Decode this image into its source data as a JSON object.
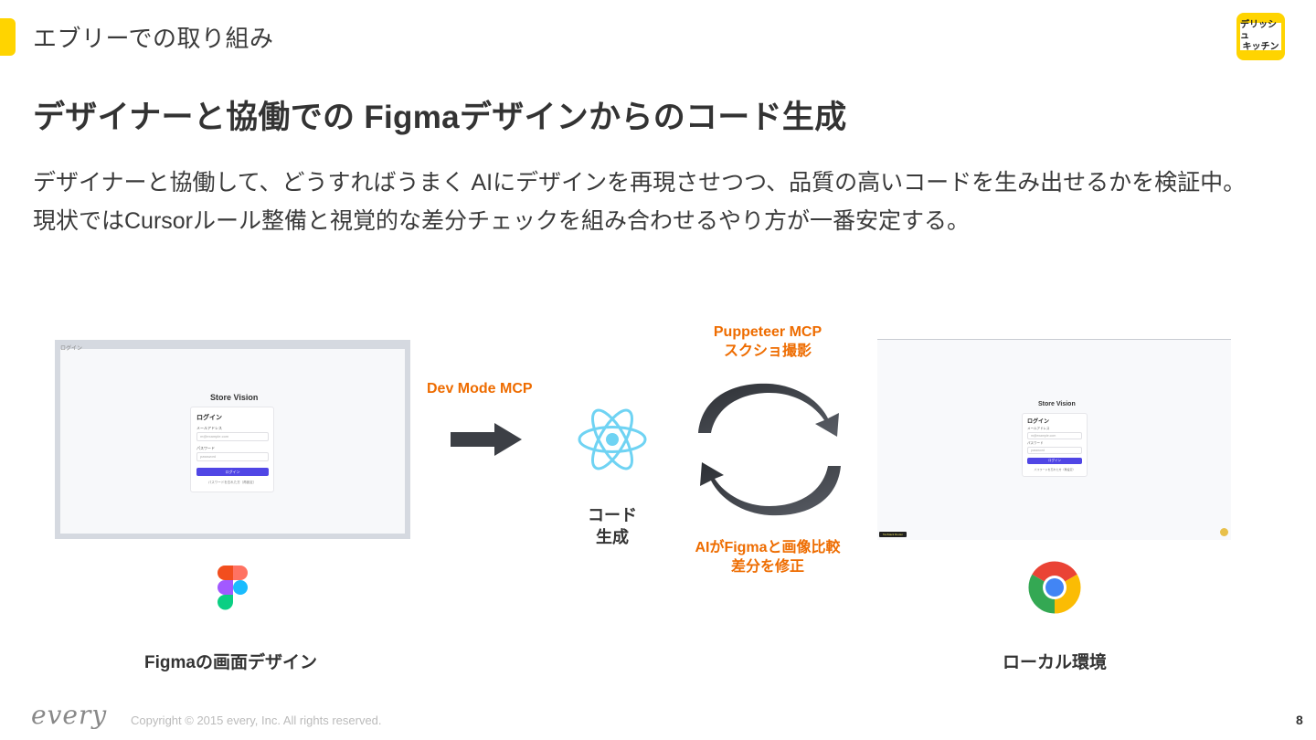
{
  "header": {
    "section_label": "エブリーでの取り組み",
    "brand_line1": "デリッシュ",
    "brand_line2": "キッチン"
  },
  "slide": {
    "title": "デザイナーと協働での Figmaデザインからのコード生成",
    "description_line1": "デザイナーと協働して、どうすればうまく AIにデザインを再現させつつ、品質の高いコードを生み出せるかを検証中。",
    "description_line2": "現状ではCursorルール整備と視覚的な差分チェックを組み合わせるやり方が一番安定する。"
  },
  "figma_mock": {
    "tab_label": "ログイン",
    "app_title": "Store Vision",
    "card_title": "ログイン",
    "email_label": "メールアドレス",
    "email_placeholder": "m@example.com",
    "password_label": "パスワード",
    "password_placeholder": "password",
    "login_button": "ログイン",
    "forgot_link": "パスワードを忘れた方（再設定）"
  },
  "browser_mock": {
    "app_title": "Store Vision",
    "card_title": "ログイン",
    "email_label": "メールアドレス",
    "email_placeholder": "m@example.com",
    "password_label": "パスワード",
    "password_placeholder": "password",
    "login_button": "ログイン",
    "forgot_link": "パスワードを忘れた方（再設定）",
    "devtools_badge": "TanStack Router"
  },
  "flow": {
    "dev_mode_label": "Dev Mode MCP",
    "code_gen_line1": "コード",
    "code_gen_line2": "生成",
    "puppeteer_line1": "Puppeteer MCP",
    "puppeteer_line2": "スクショ撮影",
    "compare_line1": "AIがFigmaと画像比較",
    "compare_line2": "差分を修正"
  },
  "captions": {
    "figma": "Figmaの画面デザイン",
    "local": "ローカル環境"
  },
  "footer": {
    "logo": "every",
    "copyright": "Copyright © 2015 every, Inc. All rights reserved.",
    "page_number": "8"
  },
  "colors": {
    "accent": "#FFD400",
    "highlight_text": "#EE6C00",
    "button": "#5046E5"
  },
  "icons": [
    "figma-logo-icon",
    "react-logo-icon",
    "chrome-logo-icon",
    "right-arrow-icon",
    "cycle-arrows-icon"
  ]
}
